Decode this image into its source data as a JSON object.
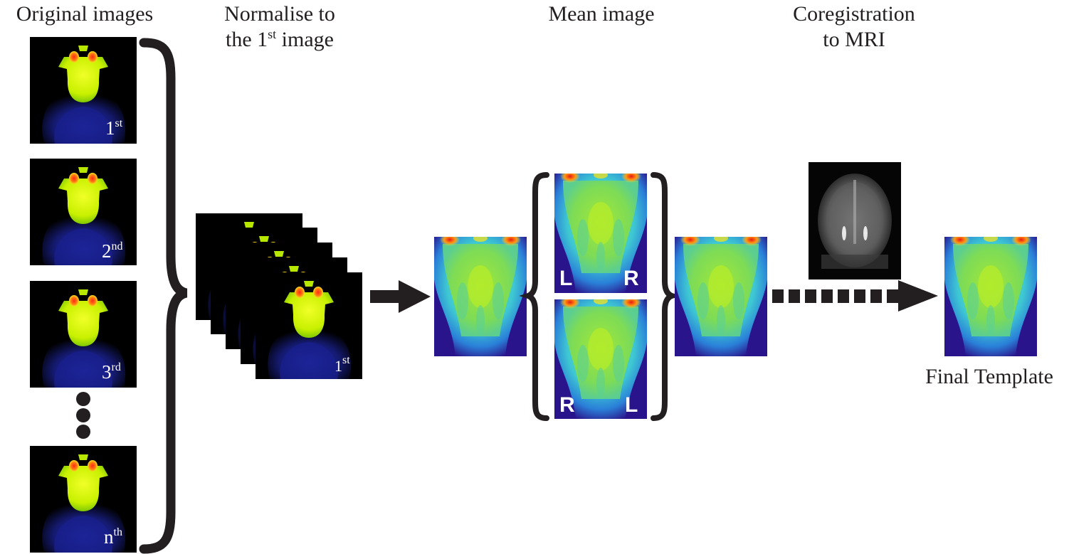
{
  "headings": {
    "original": "Original images",
    "normalise": {
      "line1": "Normalise to",
      "line2_pre": "the 1",
      "line2_sup": "st",
      "line2_post": " image"
    },
    "mean": "Mean image",
    "coregistration": {
      "line1": "Coregistration",
      "line2": "to MRI"
    },
    "final": "Final Template"
  },
  "original_images": [
    {
      "num": "1",
      "sup": "st"
    },
    {
      "num": "2",
      "sup": "nd"
    },
    {
      "num": "3",
      "sup": "rd"
    },
    {
      "num": "n",
      "sup": "th"
    }
  ],
  "stack_label": {
    "num": "1",
    "sup": "st"
  },
  "flip_labels": {
    "top": {
      "left": "L",
      "right": "R"
    },
    "bottom": {
      "left": "R",
      "right": "L"
    }
  },
  "colors": {
    "ink": "#231f20",
    "background": "#ffffff",
    "pet_background": "#000000",
    "template_background": "#2a148c"
  }
}
